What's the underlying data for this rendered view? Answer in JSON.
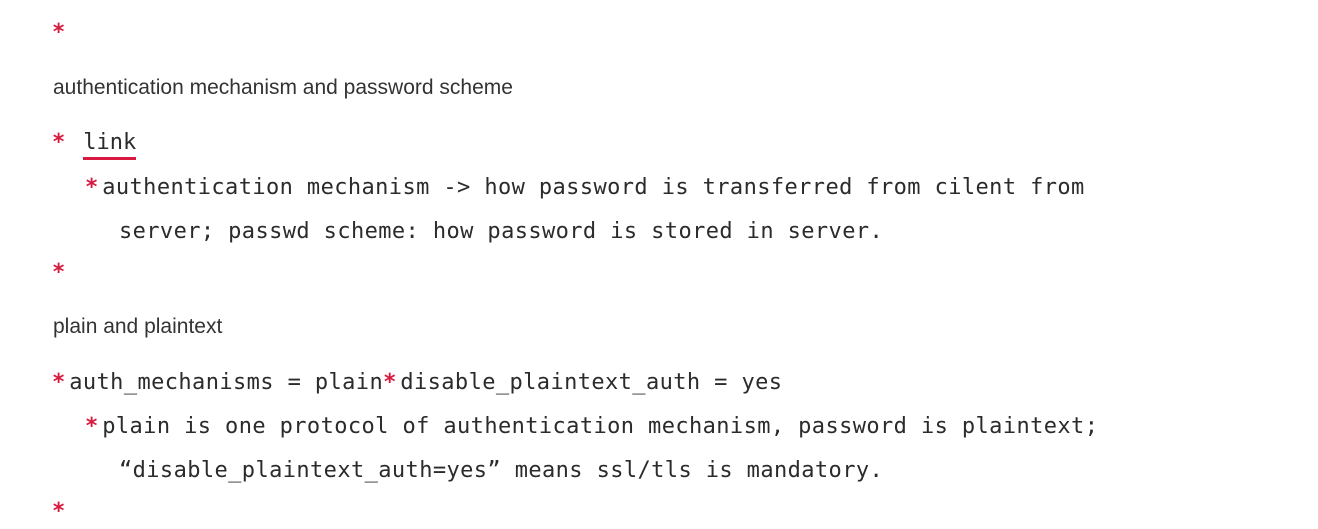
{
  "doc": {
    "bullet": "*",
    "heading1": "authentication mechanism and password scheme",
    "link_label": "link",
    "sub1_line1": "authentication mechanism -> how password is transferred from cilent from",
    "sub1_line2": "server; passwd scheme: how password is stored in server.",
    "heading2": "plain and plaintext",
    "config_part1": "auth_mechanisms = plain",
    "config_part2": "disable_plaintext_auth = yes",
    "sub2_line1": "plain is one protocol of authentication mechanism, password is plaintext;",
    "sub2_line2": "“disable_plaintext_auth=yes”  means ssl/tls is mandatory."
  },
  "colors": {
    "bullet": "#d8193f",
    "text": "#2b2b2b"
  }
}
